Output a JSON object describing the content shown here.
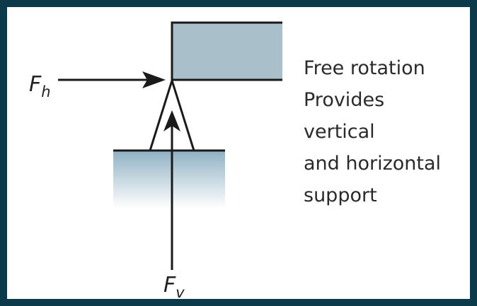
{
  "labels": {
    "fh_main": "F",
    "fh_sub": "h",
    "fv_main": "F",
    "fv_sub": "v"
  },
  "description": {
    "lines": [
      "Free rotation",
      "Provides",
      "vertical",
      "and horizontal",
      "support"
    ]
  },
  "colors": {
    "border": "#0c3a4b",
    "beam_fill": "#a9bfc9",
    "ground_top": "#8fb1c3",
    "ground_bottom": "#ffffff",
    "stroke": "#1a1a1a"
  }
}
